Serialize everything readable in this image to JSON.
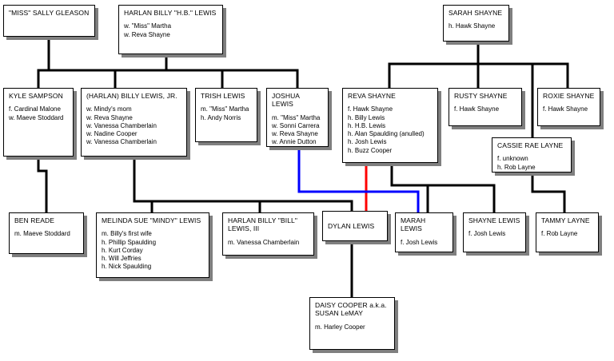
{
  "colors": {
    "line": "#000000",
    "red": "#ff0000",
    "blue": "#0000ff",
    "shadow": "#7f7f7f"
  },
  "people": [
    {
      "id": "sally",
      "name": "\"MISS\" SALLY GLEASON",
      "relations": []
    },
    {
      "id": "harlan_hb",
      "name": "HARLAN BILLY \"H.B.\" LEWIS",
      "relations": [
        "w. \"Miss\" Martha",
        "w. Reva Shayne"
      ]
    },
    {
      "id": "sarah",
      "name": "SARAH SHAYNE",
      "relations": [
        "h. Hawk Shayne"
      ]
    },
    {
      "id": "kyle",
      "name": "KYLE SAMPSON",
      "relations": [
        "f. Cardinal Malone",
        "w. Maeve Stoddard"
      ]
    },
    {
      "id": "billy_jr",
      "name": "(HARLAN) BILLY LEWIS, JR.",
      "relations": [
        "w. Mindy's mom",
        "w. Reva Shayne",
        "w. Vanessa Chamberlain",
        "w. Nadine Cooper",
        "w. Vanessa Chamberlain"
      ]
    },
    {
      "id": "trish",
      "name": "TRISH LEWIS",
      "relations": [
        "m. \"Miss\" Martha",
        "h. Andy Norris"
      ]
    },
    {
      "id": "joshua",
      "name": "JOSHUA LEWIS",
      "relations": [
        "m. \"Miss\" Martha",
        "w. Sonni Carrera",
        "w. Reva Shayne",
        "w. Annie Dutton"
      ]
    },
    {
      "id": "reva",
      "name": "REVA SHAYNE",
      "relations": [
        "f. Hawk Shayne",
        "h. Billy Lewis",
        "h. H.B. Lewis",
        "h. Alan Spaulding (anulled)",
        "h. Josh Lewis",
        "h. Buzz Cooper"
      ]
    },
    {
      "id": "rusty",
      "name": "RUSTY SHAYNE",
      "relations": [
        "f. Hawk Shayne"
      ]
    },
    {
      "id": "roxie",
      "name": "ROXIE SHAYNE",
      "relations": [
        "f. Hawk Shayne"
      ]
    },
    {
      "id": "cassie",
      "name": "CASSIE RAE LAYNE",
      "relations": [
        "f. unknown",
        "h. Rob Layne"
      ]
    },
    {
      "id": "ben",
      "name": "BEN READE",
      "relations": [
        "m. Maeve Stoddard"
      ]
    },
    {
      "id": "mindy",
      "name": "MELINDA SUE \"MINDY\" LEWIS",
      "relations": [
        "m. Billy's first wife",
        "h. Phillip Spaulding",
        "h. Kurt Corday",
        "h. Will Jeffries",
        "h. Nick Spaulding"
      ]
    },
    {
      "id": "bill3",
      "name": "HARLAN BILLY \"BILL\" LEWIS, III",
      "relations": [
        "m. Vanessa Chamberlain"
      ]
    },
    {
      "id": "dylan",
      "name": "DYLAN LEWIS",
      "relations": []
    },
    {
      "id": "marah",
      "name": "MARAH LEWIS",
      "relations": [
        "f. Josh Lewis"
      ]
    },
    {
      "id": "shayne",
      "name": "SHAYNE LEWIS",
      "relations": [
        "f. Josh Lewis"
      ]
    },
    {
      "id": "tammy",
      "name": "TAMMY LAYNE",
      "relations": [
        "f. Rob Layne"
      ]
    },
    {
      "id": "daisy",
      "name": "DAISY COOPER a.k.a. SUSAN LeMAY",
      "relations": [
        "m. Harley Cooper"
      ]
    }
  ]
}
